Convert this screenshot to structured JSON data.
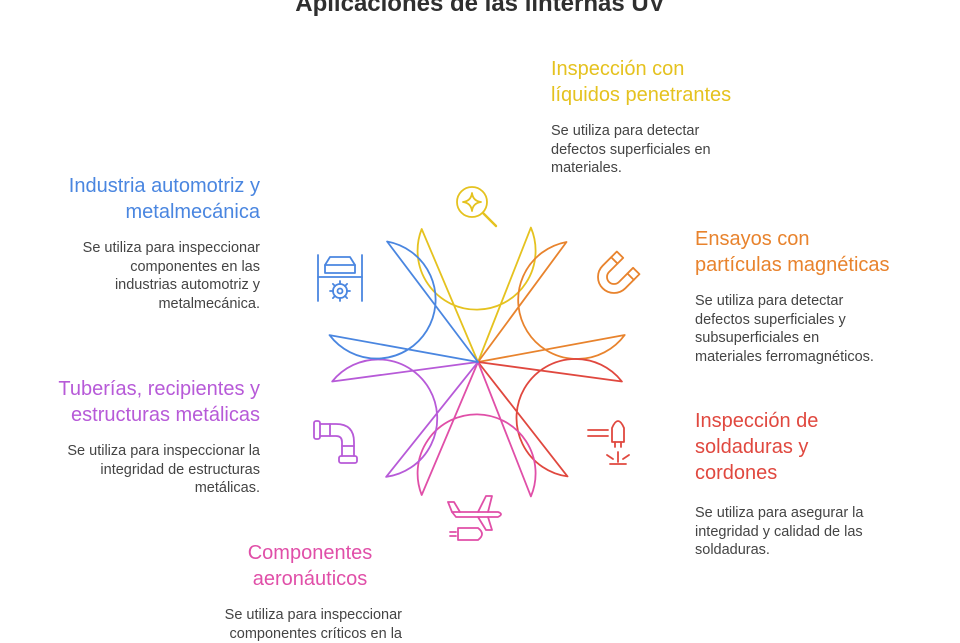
{
  "title": "Aplicaciones de las linternas UV",
  "colors": {
    "yellow": "#e5c21f",
    "orange": "#e8832d",
    "red": "#e0483f",
    "pink": "#e04fa8",
    "purple": "#b75ad8",
    "blue": "#4a86e0"
  },
  "items": [
    {
      "key": "yellow",
      "title": "Inspección con\nlíquidos penetrantes",
      "description": "Se utiliza para detectar\ndefectos superficiales en\nmateriales.",
      "icon": "magnifier-sparkle-icon"
    },
    {
      "key": "orange",
      "title": "Ensayos con\npartículas magnéticas",
      "description": "Se utiliza para detectar\ndefectos superficiales y\nsubsuperficiales en\nmateriales ferromagnéticos.",
      "icon": "magnet-icon"
    },
    {
      "key": "red",
      "title": "Inspección de\nsoldaduras y\ncordones",
      "description": "Se utiliza para asegurar la\nintegridad y calidad de las\nsoldaduras.",
      "icon": "welding-torch-icon"
    },
    {
      "key": "pink",
      "title": "Componentes\naeronáuticos",
      "description": "Se utiliza para inspeccionar\ncomponentes críticos en la",
      "icon": "airplane-icon"
    },
    {
      "key": "purple",
      "title": "Tuberías, recipientes y\nestructuras metálicas",
      "description": "Se utiliza para inspeccionar la\nintegridad de estructuras\nmetálicas.",
      "icon": "pipe-icon"
    },
    {
      "key": "blue",
      "title": "Industria automotriz y\nmetalmecánica",
      "description": "Se utiliza para inspeccionar\ncomponentes en las\nindustrias automotriz y\nmetalmecánica.",
      "icon": "car-lift-gear-icon"
    }
  ]
}
